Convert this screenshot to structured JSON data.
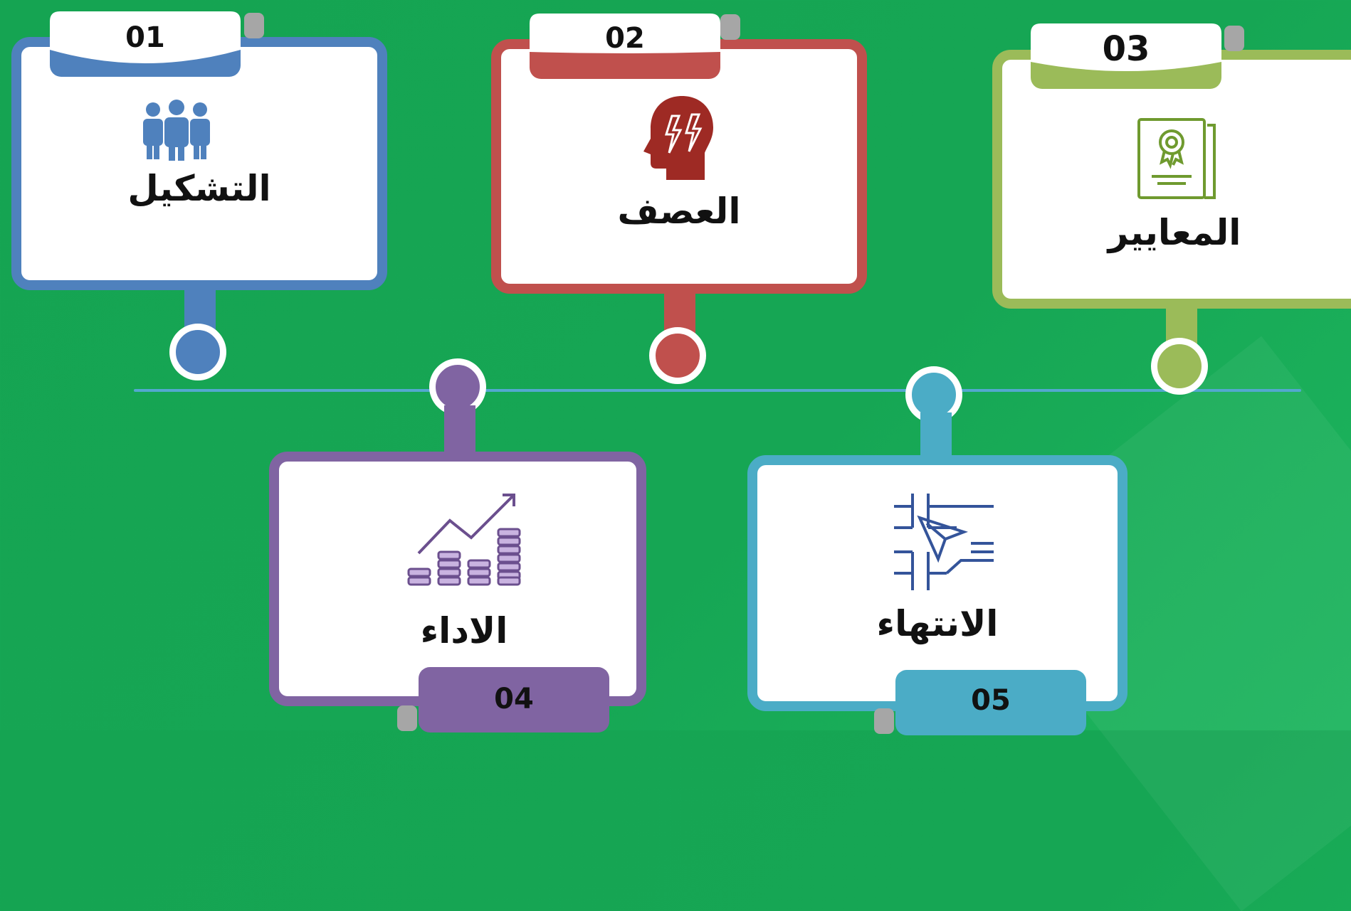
{
  "colors": {
    "background": "#16a654",
    "line": "#53a8cf",
    "step1": "#4f81bd",
    "step2": "#c0504d",
    "step3": "#9bbb59",
    "step4": "#8064a2",
    "step5": "#4bacc6"
  },
  "steps": [
    {
      "number": "01",
      "title": "التشكيل",
      "icon": "team-people-icon"
    },
    {
      "number": "02",
      "title": "العصف",
      "icon": "brainstorm-head-icon"
    },
    {
      "number": "03",
      "title": "المعايير",
      "icon": "certificate-document-icon"
    },
    {
      "number": "04",
      "title": "الاداء",
      "icon": "growth-chart-coins-icon"
    },
    {
      "number": "05",
      "title": "الانتهاء",
      "icon": "navigation-arrow-icon"
    }
  ]
}
